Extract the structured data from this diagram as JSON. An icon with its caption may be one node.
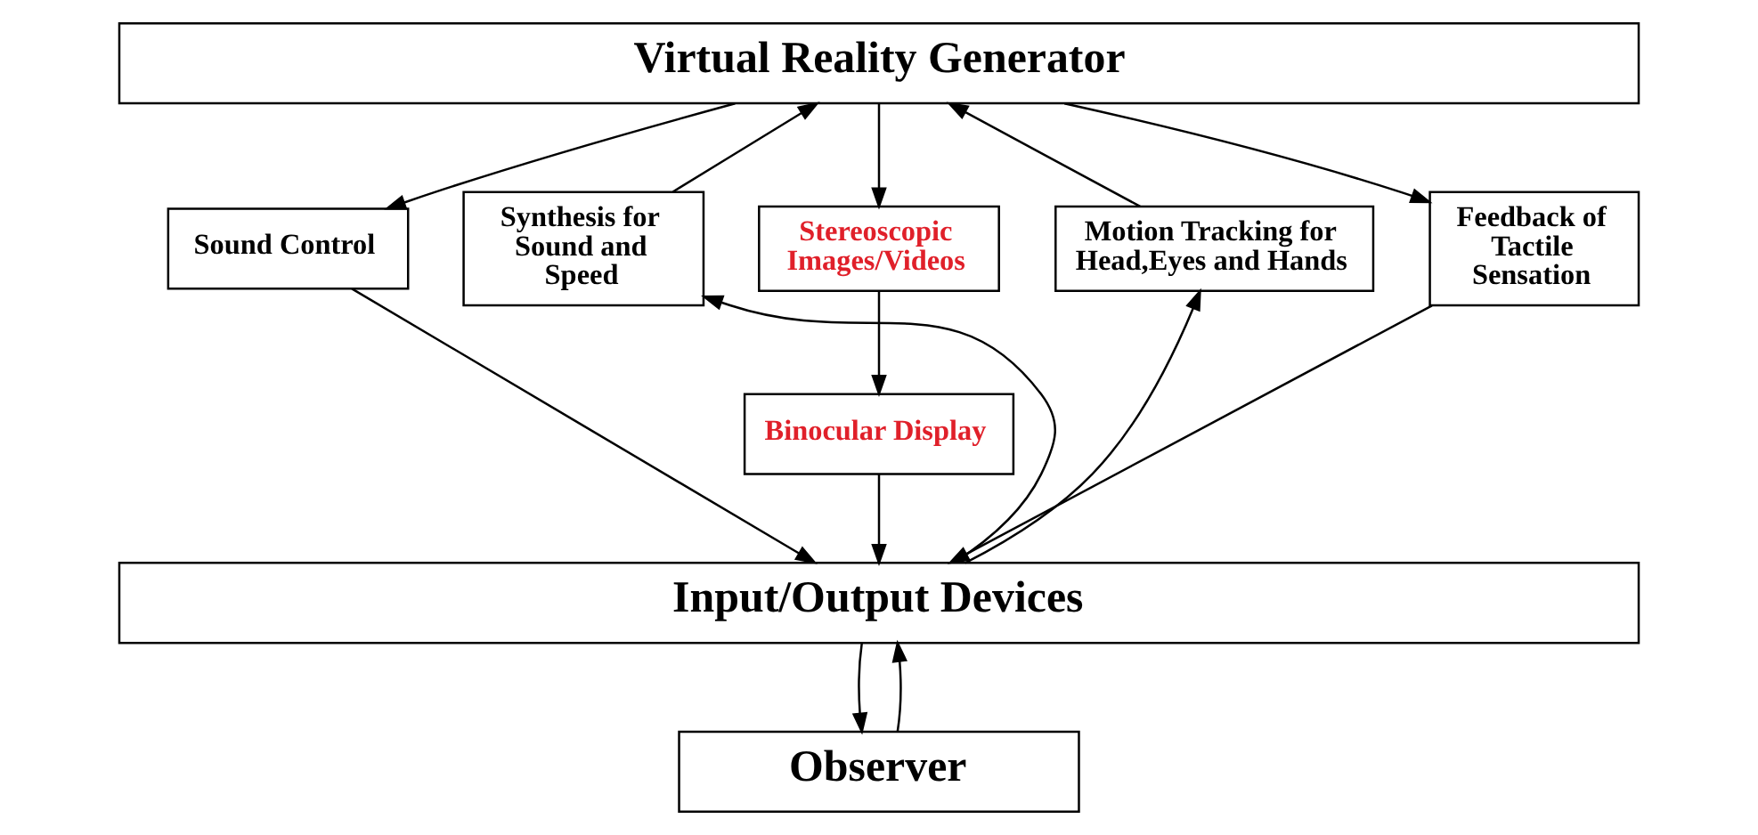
{
  "diagram": {
    "nodes": [
      {
        "text": [
          "Virtual Reality Generator"
        ]
      },
      {
        "text": [
          "Sound Control"
        ]
      },
      {
        "text": [
          "Synthesis for Sound and Speed"
        ]
      },
      {
        "text": [
          "Stereoscopic Images/Videos"
        ]
      },
      {
        "text": [
          "Binocular Display"
        ]
      },
      {
        "text": [
          "Motion Tracking for Head,Eyes and Hands"
        ]
      },
      {
        "text": [
          "Feedback of Tactile Sensation"
        ]
      },
      {
        "text": [
          "Input/Output Devices"
        ]
      },
      {
        "text": [
          "Observer"
        ]
      }
    ],
    "edges": [
      {
        "from": 0,
        "to": 1,
        "arrow": "to"
      },
      {
        "from": 1,
        "to": 7,
        "arrow": "to"
      },
      {
        "from": 7,
        "to": 2,
        "arrow": "to"
      },
      {
        "from": 2,
        "to": 0,
        "arrow": "to"
      },
      {
        "from": 0,
        "to": 3,
        "arrow": "to"
      },
      {
        "from": 3,
        "to": 4,
        "arrow": "to"
      },
      {
        "from": 4,
        "to": 7,
        "arrow": "to"
      },
      {
        "from": 7,
        "to": 5,
        "arrow": "to"
      },
      {
        "from": 5,
        "to": 0,
        "arrow": "to"
      },
      {
        "from": 0,
        "to": 6,
        "arrow": "to"
      },
      {
        "from": 6,
        "to": 7,
        "arrow": "to"
      },
      {
        "from": 7,
        "to": 8,
        "arrow": "to"
      },
      {
        "from": 8,
        "to": 7,
        "arrow": "to"
      }
    ]
  }
}
